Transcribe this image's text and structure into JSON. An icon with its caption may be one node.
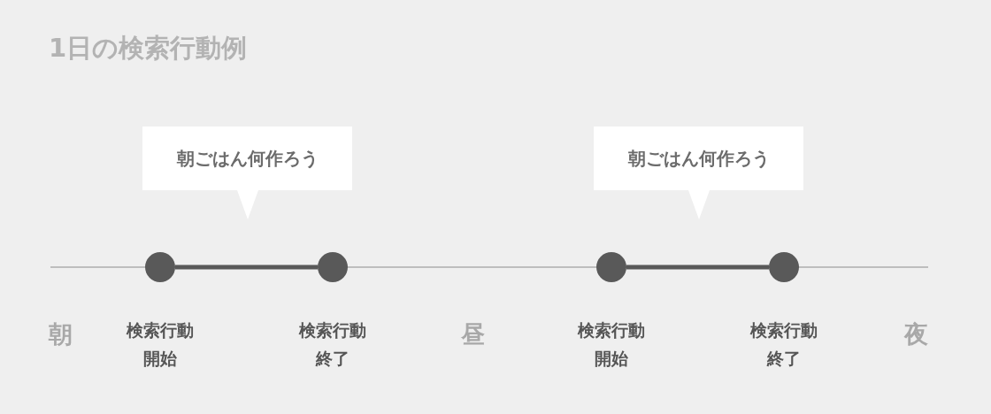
{
  "diagram": {
    "title": "1日の検索行動例",
    "nodes": [
      {
        "text": [
          "朝ごはん何作ろう"
        ]
      },
      {
        "text": [
          "朝ごはん何作ろう"
        ]
      },
      {
        "text": [],
        "shape": "circle",
        "beside": [
          "検索行動開始"
        ]
      },
      {
        "text": [],
        "shape": "circle",
        "beside": [
          "検索行動終了"
        ]
      },
      {
        "text": [],
        "shape": "circle",
        "beside": [
          "検索行動開始"
        ]
      },
      {
        "text": [],
        "shape": "circle",
        "beside": [
          "検索行動終了"
        ]
      }
    ],
    "edges": [
      {
        "from": 2,
        "to": 3,
        "arrow": "none"
      },
      {
        "from": 4,
        "to": 5,
        "arrow": "none"
      }
    ],
    "labels": [
      "朝",
      "昼",
      "夜"
    ]
  }
}
